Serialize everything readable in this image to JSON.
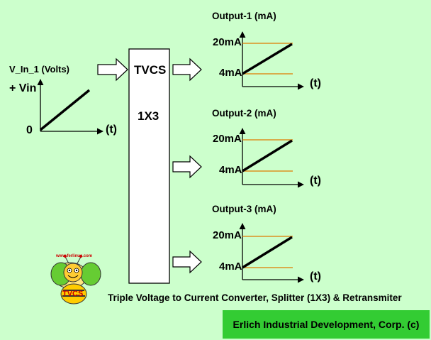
{
  "input": {
    "title": "V_In_1 (Volts)",
    "top_label": "+ Vin",
    "zero_label": "0",
    "time_label": "(t)"
  },
  "converter": {
    "line1": "TVCS",
    "line2": "1X3"
  },
  "outputs": [
    {
      "title": "Output-1 (mA)",
      "high": "20mA",
      "low": "4mA",
      "time_label": "(t)"
    },
    {
      "title": "Output-2 (mA)",
      "high": "20mA",
      "low": "4mA",
      "time_label": "(t)"
    },
    {
      "title": "Output-3 (mA)",
      "high": "20mA",
      "low": "4mA",
      "time_label": "(t)"
    }
  ],
  "logo": {
    "url_text": "www.ferlinuc.com",
    "mark_text": "TVCS"
  },
  "caption": "Triple Voltage to Current Converter, Splitter (1X3) & Retransmiter",
  "footer": "Erlich Industrial Development, Corp. (c)",
  "colors": {
    "background": "#ccffcc",
    "footer_bg": "#33cc33",
    "limit_line": "#e07b00",
    "signal_line": "#000000"
  }
}
